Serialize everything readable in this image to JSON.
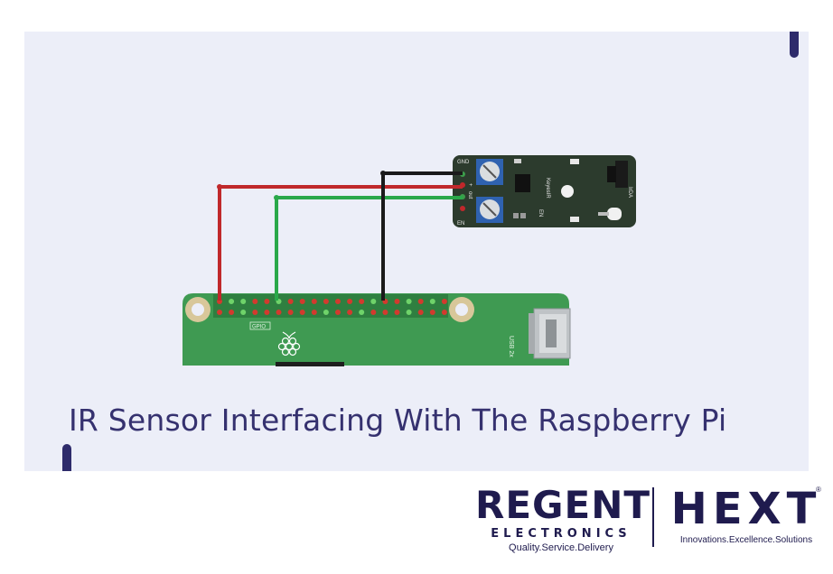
{
  "title": "IR Sensor Interfacing With The Raspberry Pi",
  "sensor": {
    "pin_gnd": "GND",
    "pin_plus": "+",
    "pin_out": "out",
    "pin_en": "EN",
    "en_label": "EN",
    "brand": "KeyesIR",
    "ir_label": "IrDA"
  },
  "board": {
    "gpio_label": "GPIO",
    "usb_label": "USB 2x"
  },
  "wires": {
    "vcc": "#c0282b",
    "signal": "#2aa84a",
    "ground": "#1a1a1a"
  },
  "logos": {
    "regent": "REGENT",
    "electronics": "ELECTRONICS",
    "regent_tagline": "Quality.Service.Delivery",
    "hext": "HEXT",
    "hext_reg": "®",
    "hext_tagline": "Innovations.Excellence.Solutions"
  }
}
